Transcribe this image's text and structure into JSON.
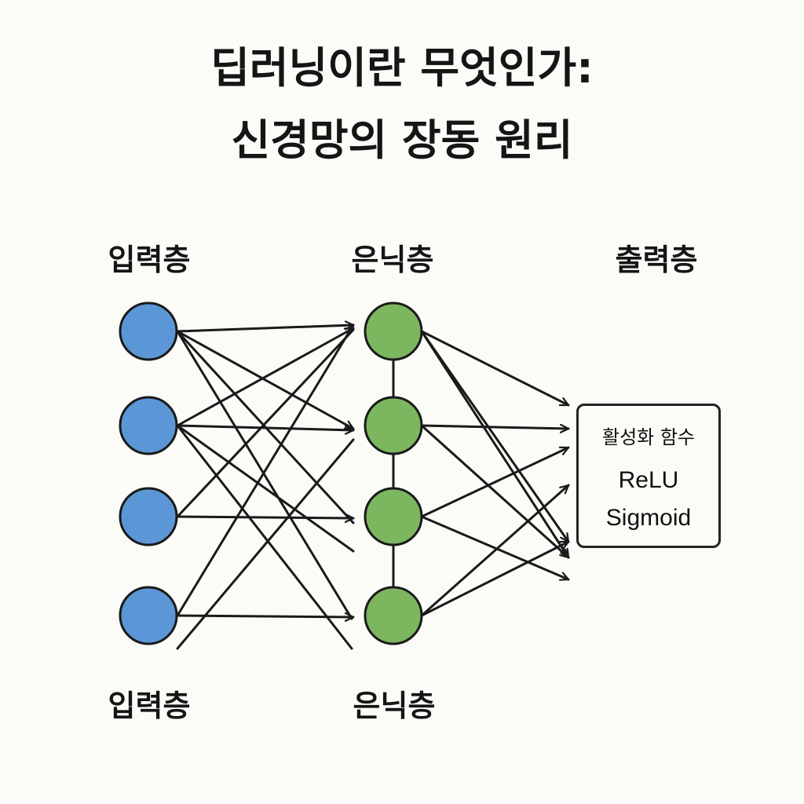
{
  "title": {
    "line1": "딥러닝이란 무엇인가:",
    "line2": "신경망의 장동 원리"
  },
  "layers": {
    "input_top": "입력층",
    "hidden_top": "은닉층",
    "output_top": "출력층",
    "input_bottom": "입력층",
    "hidden_bottom": "은닉층"
  },
  "activation": {
    "title": "활성화 함수",
    "items": [
      "ReLU",
      "Sigmoid"
    ]
  },
  "colors": {
    "input_node": "#5b97d6",
    "hidden_node": "#7cb65e",
    "stroke": "#1a1a1a",
    "background": "#fbfbf7"
  },
  "network": {
    "input_nodes": 4,
    "hidden_nodes": 4,
    "output_targets": 5
  }
}
